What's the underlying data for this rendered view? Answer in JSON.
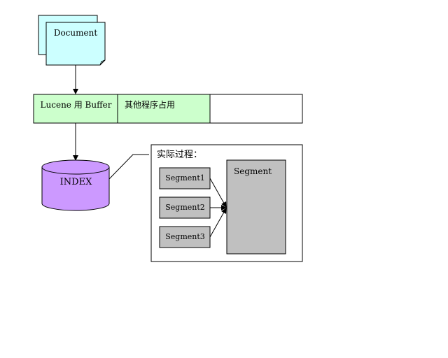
{
  "document": {
    "label": "Document"
  },
  "buffer": {
    "lucene_label": "Lucene 用 Buffer",
    "other_label": "其他程序占用",
    "fill_color": "#ccffcc"
  },
  "index": {
    "label": "INDEX",
    "fill_color": "#cc99ff"
  },
  "actual_process": {
    "title": "实际过程：",
    "segments": [
      "Segment1",
      "Segment2",
      "Segment3"
    ],
    "merged_segment": "Segment",
    "segment_fill": "#c0c0c0"
  },
  "colors": {
    "document_fill": "#ccffff",
    "stroke": "#000000"
  }
}
